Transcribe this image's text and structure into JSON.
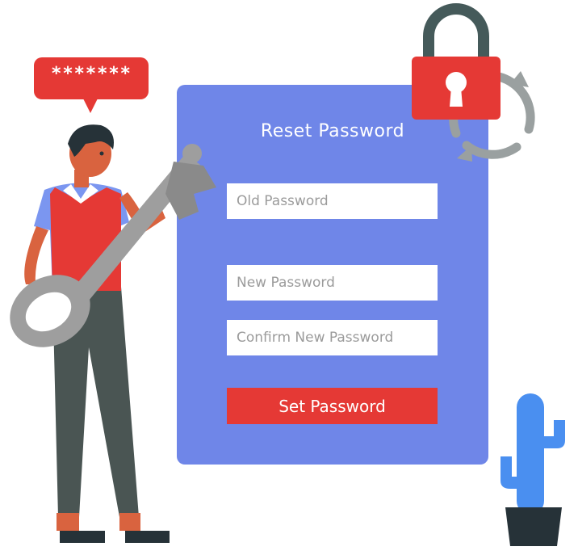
{
  "form": {
    "title": "Reset Password",
    "old_password": {
      "placeholder": "Old Password",
      "value": ""
    },
    "new_password": {
      "placeholder": "New Password",
      "value": ""
    },
    "confirm_password": {
      "placeholder": "Confirm New Password",
      "value": ""
    },
    "submit_label": "Set Password"
  },
  "speech_bubble": {
    "text": "*******"
  },
  "colors": {
    "card": "#6f86e8",
    "accent_red": "#e53935",
    "skin": "#d9633f",
    "shirt": "#7b96f0",
    "key_gray": "#9e9e9e",
    "pants": "#4a5553",
    "cactus": "#4a8ff0",
    "pot": "#263238"
  },
  "icons": [
    "padlock-icon",
    "refresh-arrows-icon",
    "key-icon",
    "cactus-icon",
    "speech-bubble-icon"
  ]
}
